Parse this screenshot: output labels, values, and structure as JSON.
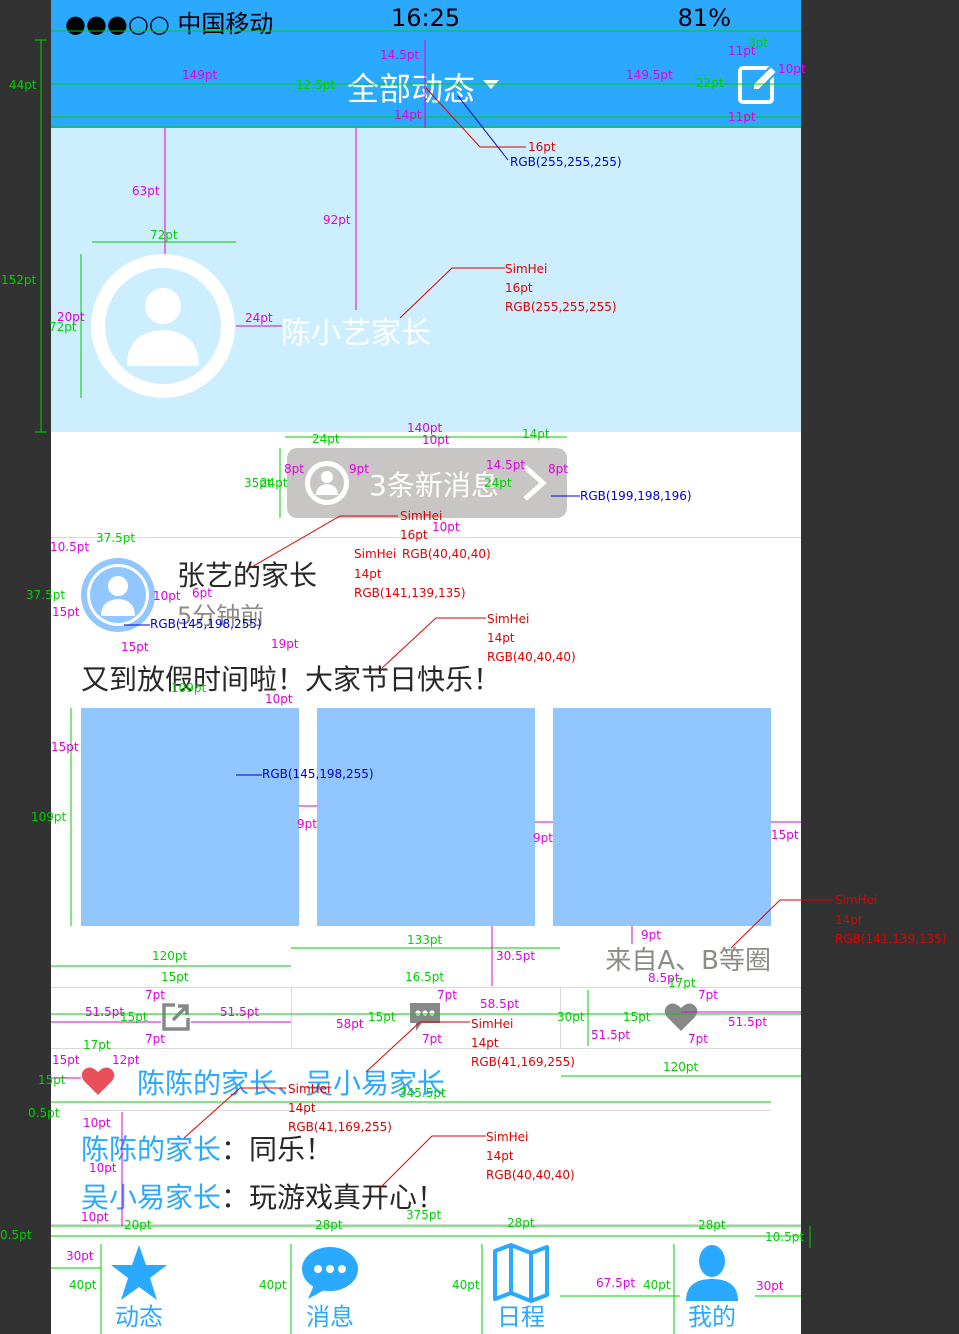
{
  "status_bar": {
    "carrier": "●●●○○ 中国移动",
    "time": "16:25",
    "battery": "81%"
  },
  "nav": {
    "title": "全部动态",
    "edit_icon": "edit-icon"
  },
  "profile": {
    "name": "陈小艺家长"
  },
  "new_messages": {
    "label": "3条新消息"
  },
  "post": {
    "author": "张艺的家长",
    "time": "5分钟前",
    "text": "又到放假时间啦！大家节日快乐！",
    "source": "来自A、B等圈"
  },
  "likes": {
    "names": "陈陈的家长、吴小易家长"
  },
  "comments": [
    {
      "name": "陈陈的家长",
      "sep": "：",
      "text": "同乐！"
    },
    {
      "name": "吴小易家长",
      "sep": "：",
      "text": "玩游戏真开心！"
    }
  ],
  "tabs": [
    {
      "label": "动态",
      "icon": "star-icon"
    },
    {
      "label": "消息",
      "icon": "chat-icon"
    },
    {
      "label": "日程",
      "icon": "map-icon"
    },
    {
      "label": "我的",
      "icon": "person-icon"
    }
  ],
  "colors": {
    "nav_bg": "#2aa9ff",
    "hero_bg": "#cdeefe",
    "accent": "#29a9ff",
    "text_dark": "#282828",
    "text_gray": "#8d8b87",
    "image_placeholder": "#91c6ff",
    "pill_bg": "#c7c6c4"
  },
  "annotations": {
    "status_44pt": "44pt",
    "nav_149pt": "149pt",
    "nav_14_5pt": "14.5pt",
    "nav_12_5pt": "12.5pt",
    "nav_14pt": "14pt",
    "nav_149_5pt": "149.5pt",
    "nav_11pt_a": "11pt",
    "nav_11pt_b": "11pt",
    "nav_10pt": "10pt",
    "nav_22pt": "22pt",
    "nav_3pt": "3pt",
    "title_font": "16pt",
    "title_color": "RGB(255,255,255)",
    "hero_152pt": "152pt",
    "hero_63pt": "63pt",
    "hero_92pt": "92pt",
    "hero_72pt": "72pt",
    "hero_20pt": "20pt",
    "hero_72pt_b": "72pt",
    "hero_24pt": "24pt",
    "hero_font": "SimHei",
    "hero_size": "16pt",
    "hero_color": "RGB(255,255,255)",
    "pill_140pt": "140pt",
    "pill_24pt": "24pt",
    "pill_10pt": "10pt",
    "pill_14pt": "14pt",
    "pill_35pt": "35pt",
    "pill_24pt_b": "24pt",
    "pill_8pt": "8pt",
    "pill_9pt": "9pt",
    "pill_14_5pt": "14.5pt",
    "pill_24pt_c": "24pt",
    "pill_8pt_b": "8pt",
    "pill_color": "RGB(199,198,196)",
    "pill_10pt_b": "10pt",
    "pill_font": "SimHei",
    "pill_size": "16pt",
    "post_10_5pt": "10.5pt",
    "post_37_5pt": "37.5pt",
    "post_37_5pt_b": "37.5pt",
    "post_15pt": "15pt",
    "post_6pt": "6pt",
    "post_10pt": "10pt",
    "post_15pt_b": "15pt",
    "avatar_color": "RGB(145,198,255)",
    "name_font": "SimHei",
    "name_size": "14pt",
    "name_color": "RGB(40,40,40)",
    "time_color": "RGB(141,139,135)",
    "name_color_top": "RGB(40,40,40)",
    "post_19pt": "19pt",
    "text_font": "SimHei",
    "text_size": "14pt",
    "text_color": "RGB(40,40,40)",
    "img_109pt": "109pt",
    "img_109pt_b": "109pt",
    "img_15pt": "15pt",
    "img_10pt": "10pt",
    "img_color": "RGB(145,198,255)",
    "img_9pt": "9pt",
    "img_9pt_b": "9pt",
    "img_15pt_b": "15pt",
    "src_font": "SimHei",
    "src_size": "14pt",
    "src_color": "RGB(141,139,135)",
    "src_9pt": "9pt",
    "src_120pt": "120pt",
    "src_133pt": "133pt",
    "src_30_5pt": "30.5pt",
    "act_15pt": "15pt",
    "act_16_5pt": "16.5pt",
    "act_7pt": "7pt",
    "act_7pt_b": "7pt",
    "act_7pt_c": "7pt",
    "act_7pt_d": "7pt",
    "act_7pt_e": "7pt",
    "act_7pt_f": "7pt",
    "act_51_5pt": "51.5pt",
    "act_51_5pt_b": "51.5pt",
    "act_15pt_b": "15pt",
    "act_58pt": "58pt",
    "act_15pt_c": "15pt",
    "act_58_5pt": "58.5pt",
    "act_30pt": "30pt",
    "act_51_5pt_c": "51.5pt",
    "act_15pt_d": "15pt",
    "act_51_5pt_d": "51.5pt",
    "act_8_5pt": "8.5pt",
    "act_17pt": "17pt",
    "act_font": "SimHei",
    "act_size": "14pt",
    "act_color": "RGB(41,169,255)",
    "like_15pt": "15pt",
    "like_17pt": "17pt",
    "like_12pt": "12pt",
    "like_15pt_b": "15pt",
    "like_0_5pt": "0.5pt",
    "like_345_5pt": "345.5pt",
    "like_120pt": "120pt",
    "like_font": "SimHei",
    "like_size": "14pt",
    "like_color": "RGB(41,169,255)",
    "cm_10pt": "10pt",
    "cm_10pt_b": "10pt",
    "cm_10pt_c": "10pt",
    "cm_font": "SimHei",
    "cm_size": "14pt",
    "cm_color": "RGB(40,40,40)",
    "tab_0_5pt": "0.5pt",
    "tab_375pt": "375pt",
    "tab_20pt": "20pt",
    "tab_28pt": "28pt",
    "tab_28pt_b": "28pt",
    "tab_28pt_c": "28pt",
    "tab_10_5pt": "10.5pt",
    "tab_30pt": "30pt",
    "tab_40pt": "40pt",
    "tab_40pt_b": "40pt",
    "tab_40pt_c": "40pt",
    "tab_40pt_d": "40pt",
    "tab_67_5pt": "67.5pt",
    "tab_30pt_b": "30pt"
  }
}
